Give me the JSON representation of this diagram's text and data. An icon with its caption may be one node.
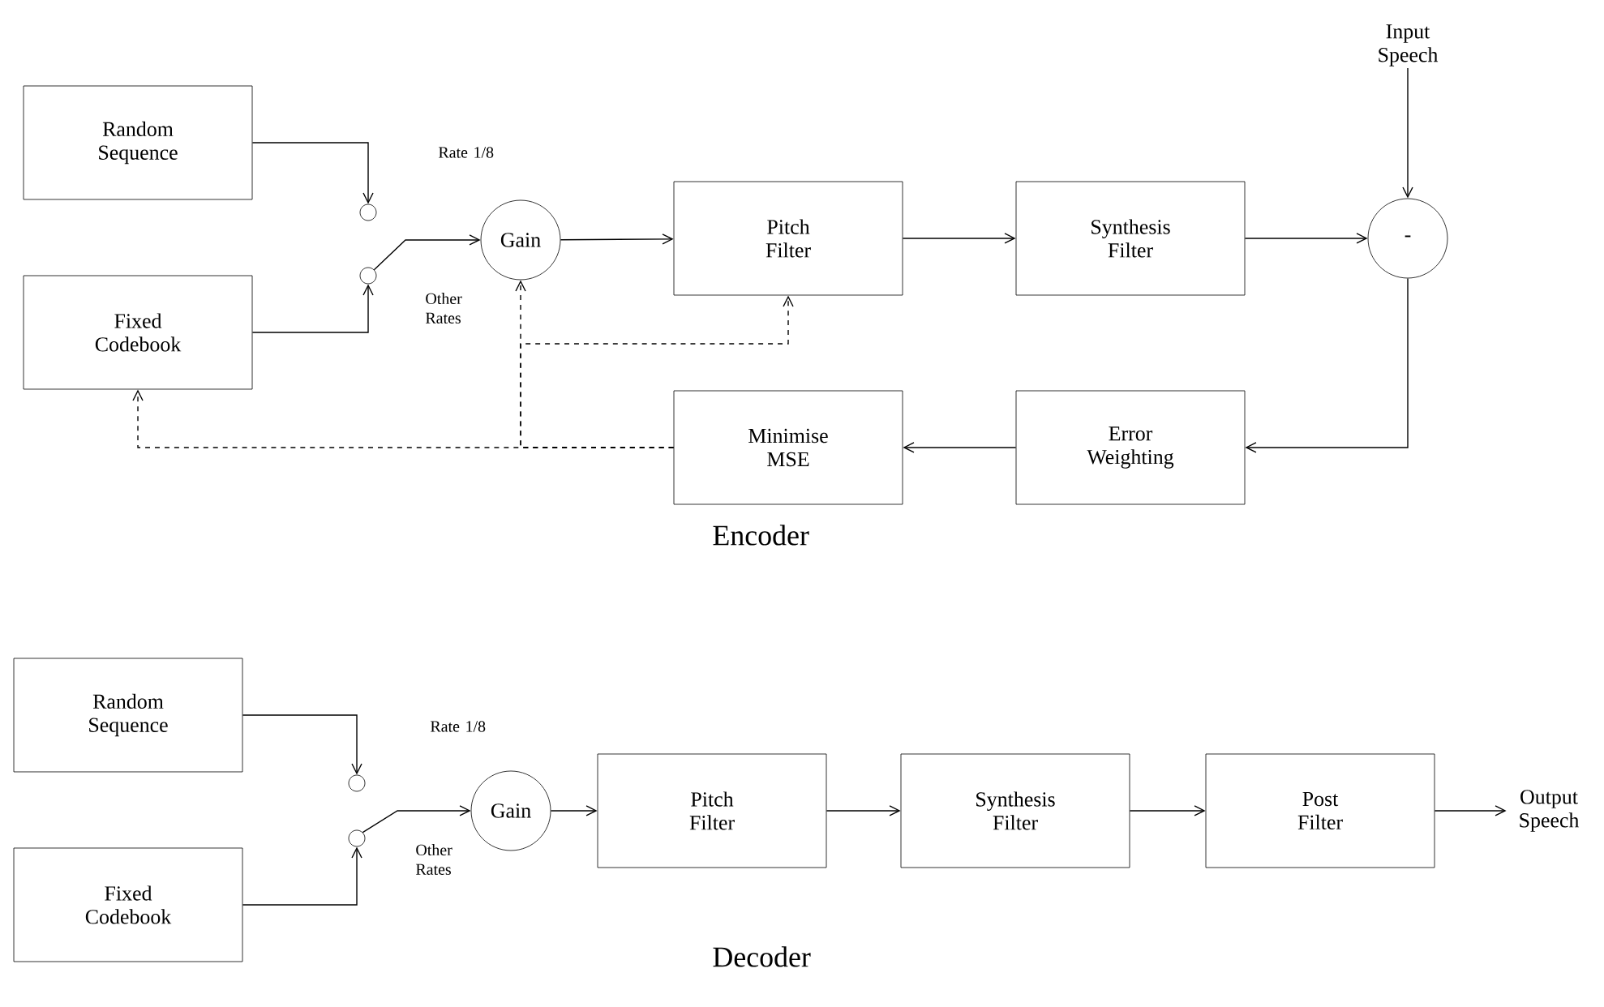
{
  "diagram": {
    "nodes": [
      {
        "text": [
          "Random Sequence"
        ]
      },
      {
        "text": [
          "Fixed Codebook"
        ]
      },
      {
        "text": [],
        "shape": "circle"
      },
      {
        "text": [],
        "shape": "circle"
      },
      {
        "text": [
          "Gain"
        ]
      },
      {
        "text": [
          "Pitch Filter"
        ]
      },
      {
        "text": [
          "Synthesis Filter"
        ]
      },
      {
        "text": [
          "-"
        ]
      },
      {
        "text": [
          "Input Speech"
        ]
      },
      {
        "text": [
          "Error Weighting"
        ]
      },
      {
        "text": [
          "Minimise MSE"
        ]
      },
      {
        "text": [
          "Random Sequence"
        ]
      },
      {
        "text": [
          "Fixed Codebook"
        ]
      },
      {
        "text": [],
        "shape": "circle"
      },
      {
        "text": [],
        "shape": "circle"
      },
      {
        "text": [
          "Gain"
        ]
      },
      {
        "text": [
          "Pitch Filter"
        ]
      },
      {
        "text": [
          "Synthesis Filter"
        ]
      },
      {
        "text": [
          "Post Filter"
        ]
      },
      {
        "text": [
          "Output Speech"
        ]
      }
    ],
    "edges": [
      {
        "from": 0,
        "to": 2,
        "arrow": "to"
      },
      {
        "from": 1,
        "to": 3,
        "arrow": "to"
      },
      {
        "from": 3,
        "to": 4,
        "arrow": "to"
      },
      {
        "from": 4,
        "to": 5,
        "arrow": "to"
      },
      {
        "from": 5,
        "to": 6,
        "arrow": "to"
      },
      {
        "from": 6,
        "to": 7,
        "arrow": "to"
      },
      {
        "from": 8,
        "to": 7,
        "arrow": "to"
      },
      {
        "from": 7,
        "to": 9,
        "arrow": "to"
      },
      {
        "from": 9,
        "to": 10,
        "arrow": "to"
      },
      {
        "from": 10,
        "to": 1,
        "arrow": "to",
        "style": "dashed"
      },
      {
        "from": 10,
        "to": 4,
        "arrow": "to",
        "style": "dashed"
      },
      {
        "from": 10,
        "to": 5,
        "arrow": "to",
        "style": "dashed"
      },
      {
        "from": 11,
        "to": 13,
        "arrow": "to"
      },
      {
        "from": 12,
        "to": 14,
        "arrow": "to"
      },
      {
        "from": 14,
        "to": 15,
        "arrow": "to"
      },
      {
        "from": 15,
        "to": 16,
        "arrow": "to"
      },
      {
        "from": 16,
        "to": 17,
        "arrow": "to"
      },
      {
        "from": 17,
        "to": 18,
        "arrow": "to"
      },
      {
        "from": 18,
        "to": 19,
        "arrow": "to"
      }
    ],
    "labels": [
      "Rate 1/8",
      "Other Rates",
      "Encoder",
      "Rate 1/8",
      "Other Rates",
      "Decoder"
    ]
  }
}
